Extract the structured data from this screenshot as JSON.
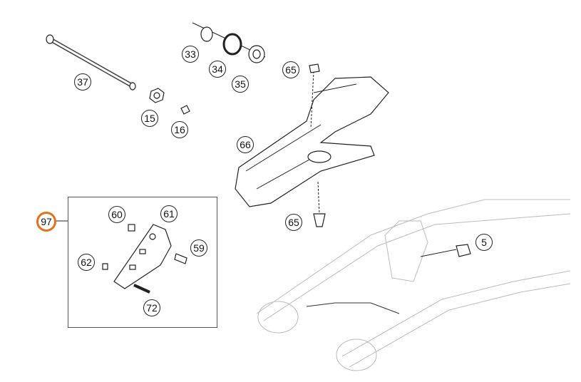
{
  "diagram": {
    "callouts": [
      {
        "id": "c37",
        "label": "37"
      },
      {
        "id": "c33",
        "label": "33"
      },
      {
        "id": "c34",
        "label": "34"
      },
      {
        "id": "c35",
        "label": "35"
      },
      {
        "id": "c15",
        "label": "15"
      },
      {
        "id": "c16",
        "label": "16"
      },
      {
        "id": "c65a",
        "label": "65"
      },
      {
        "id": "c66",
        "label": "66"
      },
      {
        "id": "c65b",
        "label": "65"
      },
      {
        "id": "c97",
        "label": "97"
      },
      {
        "id": "c60",
        "label": "60"
      },
      {
        "id": "c61",
        "label": "61"
      },
      {
        "id": "c59",
        "label": "59"
      },
      {
        "id": "c62",
        "label": "62"
      },
      {
        "id": "c72",
        "label": "72"
      },
      {
        "id": "c5",
        "label": "5"
      }
    ],
    "highlight_color": "#e8701a"
  }
}
